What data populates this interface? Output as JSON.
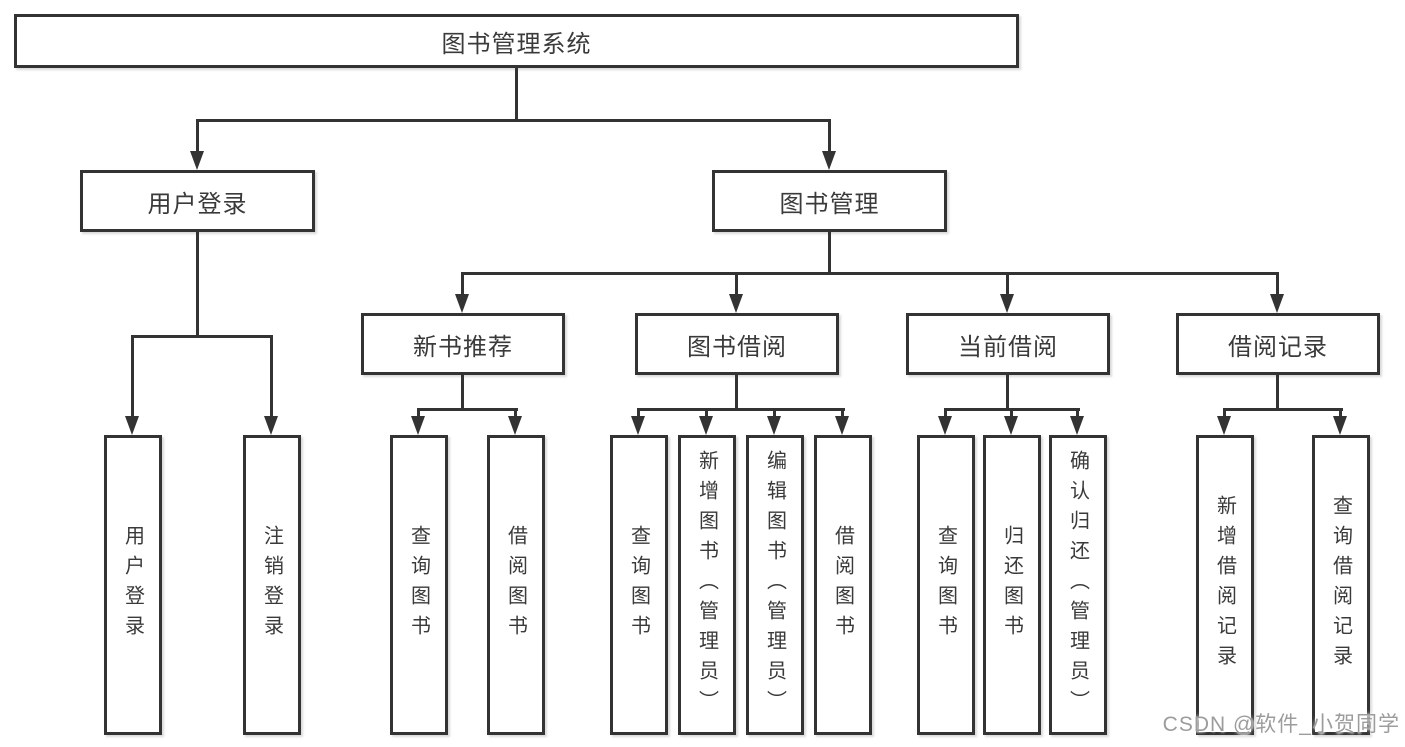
{
  "colors": {
    "line": "#333333",
    "text": "#3a3a3a",
    "background": "#ffffff",
    "watermark": "#9c9c9c"
  },
  "root": {
    "label": "图书管理系统"
  },
  "branches": [
    {
      "label": "用户登录",
      "children": [
        "用户登录",
        "注销登录"
      ]
    },
    {
      "label": "图书管理",
      "children_groups": [
        {
          "label": "新书推荐",
          "children": [
            "查询图书",
            "借阅图书"
          ]
        },
        {
          "label": "图书借阅",
          "children": [
            "查询图书",
            "新增图书（管理员）",
            "编辑图书（管理员）",
            "借阅图书"
          ]
        },
        {
          "label": "当前借阅",
          "children": [
            "查询图书",
            "归还图书",
            "确认归还（管理员）"
          ]
        },
        {
          "label": "借阅记录",
          "children": [
            "新增借阅记录",
            "查询借阅记录"
          ]
        }
      ]
    }
  ],
  "watermark": "CSDN @软件_小贺同学"
}
